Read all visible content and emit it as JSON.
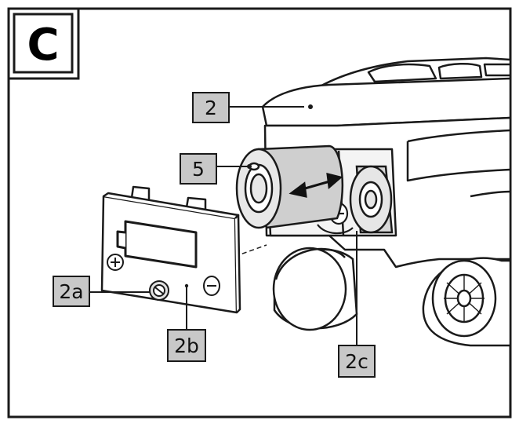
{
  "panel": {
    "letter": "C"
  },
  "callouts": {
    "housing": "2",
    "battery": "5",
    "screw": "2a",
    "cover": "2b",
    "contact": "2c"
  },
  "colors": {
    "line": "#1a1a1a",
    "callout_fill": "#c8c8c8",
    "battery_fill": "#cfcfcf",
    "device_fill": "#ffffff"
  },
  "icons": {
    "plus": "plus-terminal-icon",
    "minus": "minus-terminal-icon",
    "arrow": "double-arrow-icon"
  }
}
